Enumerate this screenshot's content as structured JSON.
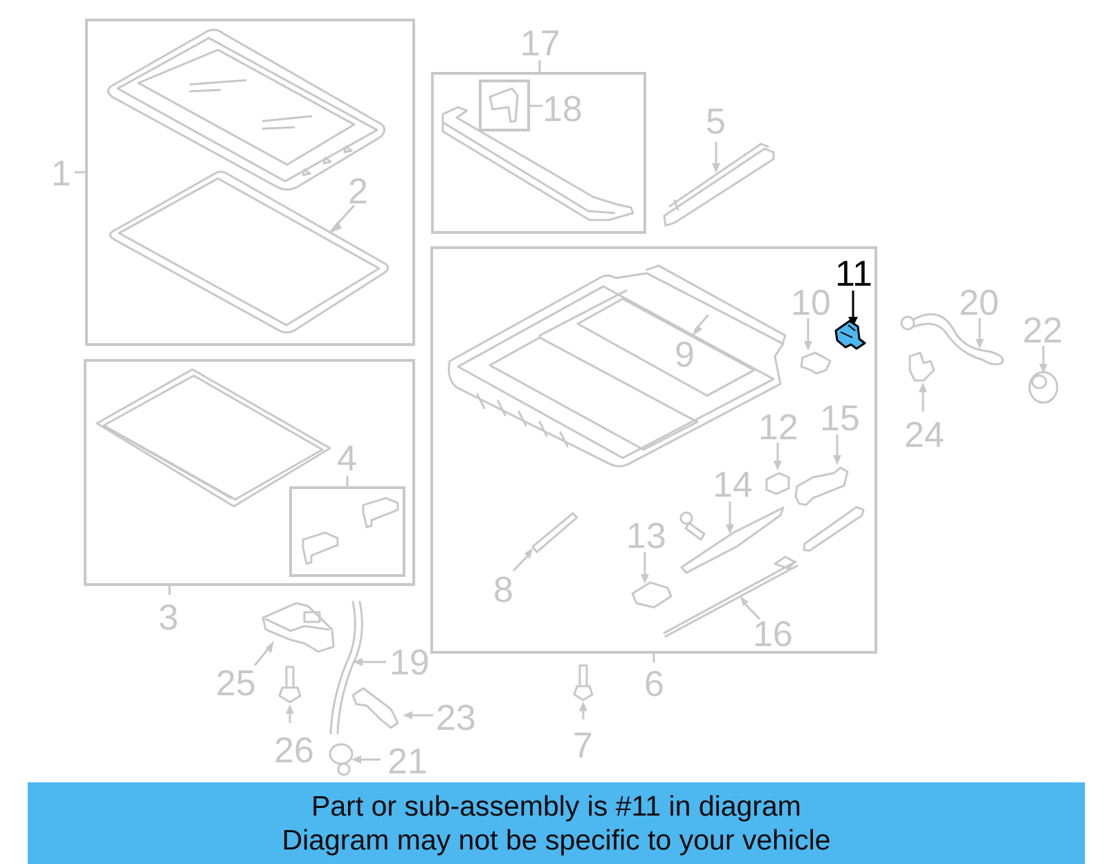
{
  "diagram": {
    "callouts": [
      "1",
      "2",
      "3",
      "4",
      "5",
      "6",
      "7",
      "8",
      "9",
      "10",
      "11",
      "12",
      "13",
      "14",
      "15",
      "16",
      "17",
      "18",
      "19",
      "20",
      "21",
      "22",
      "23",
      "24",
      "25",
      "26"
    ],
    "highlighted": "11",
    "highlight_color": "#4db7f0"
  },
  "banner": {
    "line1": "Part or sub-assembly is #11 in diagram",
    "line2": "Diagram may not be specific to your vehicle",
    "background": "#4db7f0"
  }
}
